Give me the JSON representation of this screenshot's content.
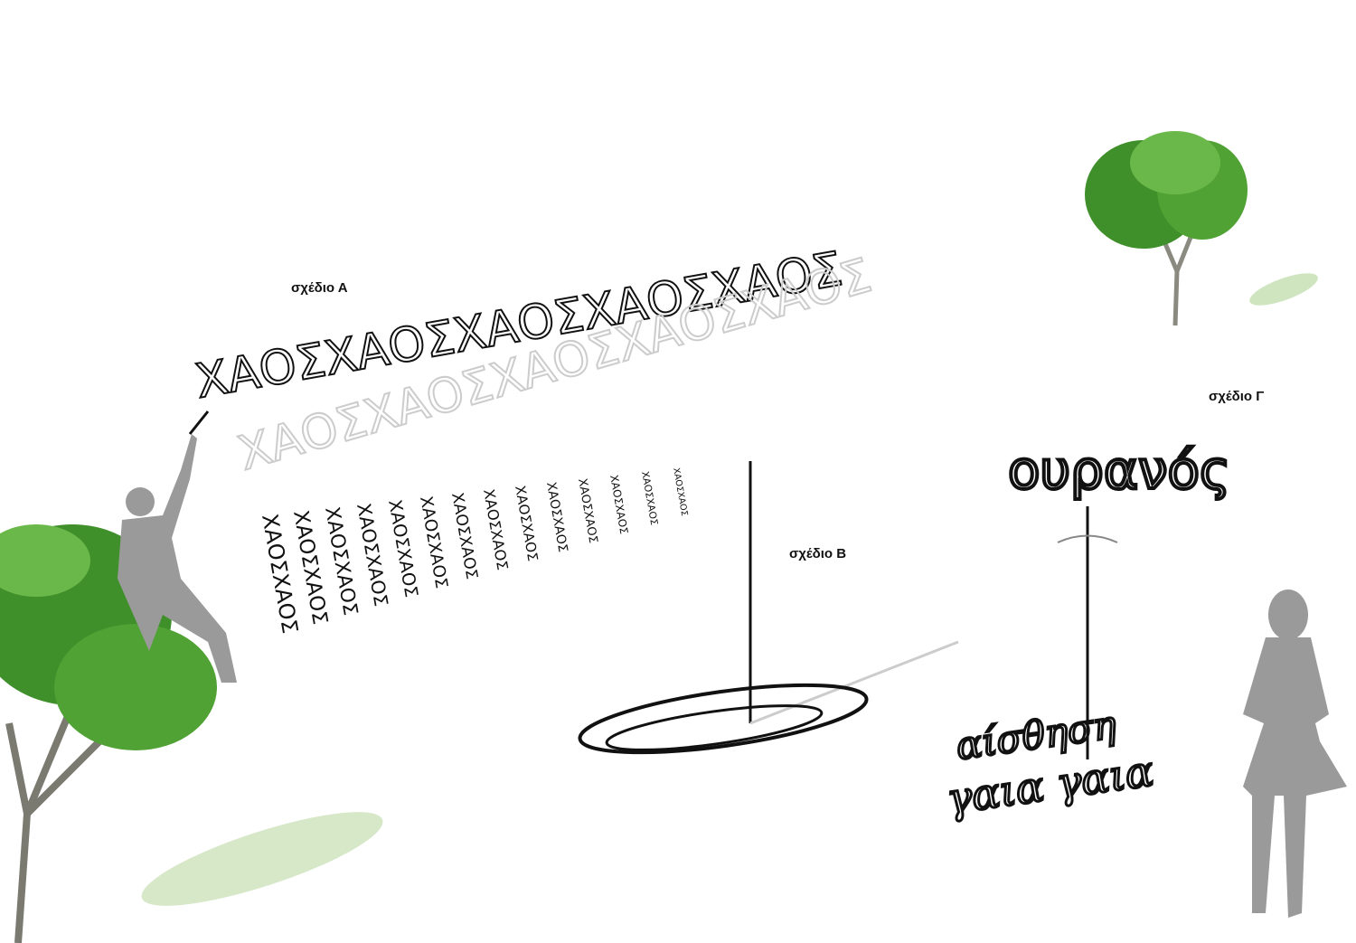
{
  "labels": {
    "design_a": "σχέδιο Α",
    "design_b": "σχέδιο Β",
    "design_c": "σχέδιο Γ"
  },
  "artwork_lettering": {
    "chaos_line": "ΧΑΟΣΧΑΟΣΧΑΟΣΧΑΟΣΧΑΟΣ",
    "chaos_column": "ΧΑΟΣΧΑΟΣ",
    "sky": "ουρανός",
    "ground_line_1": "αίσθηση",
    "ground_line_2": "γαια γαια"
  },
  "colors": {
    "foliage": "#3f8f2a",
    "foliage_light": "#7fc25a",
    "silhouette": "#9a9a9a",
    "shadow": "#c8c8c8",
    "ink": "#111111"
  }
}
